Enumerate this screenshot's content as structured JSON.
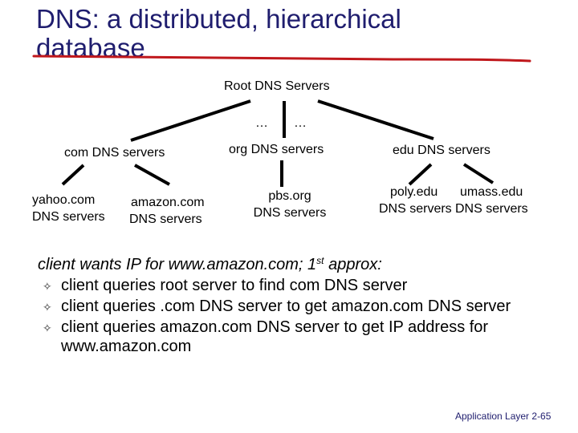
{
  "slide": {
    "title": "DNS: a distributed, hierarchical database",
    "footer": "Application Layer 2-65"
  },
  "diagram": {
    "root": "Root DNS Servers",
    "ellipsis_left": "…",
    "ellipsis_right": "…",
    "tld": {
      "com": "com DNS servers",
      "org": "org DNS servers",
      "edu": "edu DNS servers"
    },
    "authoritative": {
      "yahoo": {
        "line1": "yahoo.com",
        "line2": "DNS servers"
      },
      "amazon": {
        "line1": "amazon.com",
        "line2": "DNS servers"
      },
      "pbs": {
        "line1": "pbs.org",
        "line2": "DNS servers"
      },
      "poly": {
        "line1": "poly.edu",
        "line2": "DNS servers"
      },
      "umass": {
        "line1": "umass.edu",
        "line2": "DNS servers"
      }
    }
  },
  "question": {
    "prefix": "client wants IP for www.amazon.com; 1",
    "sup": "st",
    "suffix": " approx:"
  },
  "steps": [
    "client queries root server to find com DNS server",
    "client queries .com DNS server to get amazon.com DNS server",
    "client queries amazon.com DNS server to get  IP address for www.amazon.com"
  ],
  "colors": {
    "title": "#1f1d6e",
    "underline": "#c0181c"
  }
}
